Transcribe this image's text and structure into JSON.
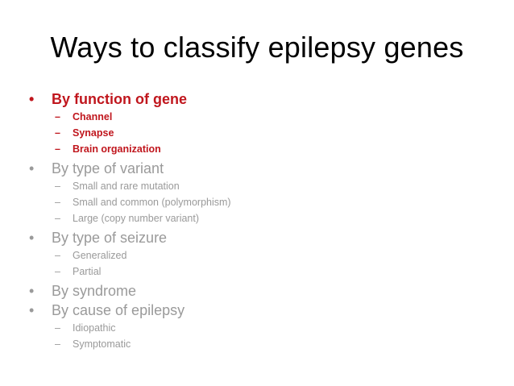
{
  "title": "Ways to classify epilepsy genes",
  "bullet_symbol": "•",
  "dash_symbol": "–",
  "colors": {
    "highlight": "#c0161d",
    "muted": "#9a9a9a",
    "title": "#000000"
  },
  "sections": [
    {
      "label": "By function of gene",
      "highlighted": true,
      "items": [
        "Channel",
        "Synapse",
        "Brain organization"
      ]
    },
    {
      "label": "By type of variant",
      "highlighted": false,
      "items": [
        "Small and rare mutation",
        "Small and common (polymorphism)",
        "Large (copy number variant)"
      ]
    },
    {
      "label": "By type of seizure",
      "highlighted": false,
      "items": [
        "Generalized",
        "Partial"
      ]
    },
    {
      "label": "By syndrome",
      "highlighted": false,
      "items": []
    },
    {
      "label": "By cause of epilepsy",
      "highlighted": false,
      "items": [
        "Idiopathic",
        "Symptomatic"
      ]
    }
  ]
}
